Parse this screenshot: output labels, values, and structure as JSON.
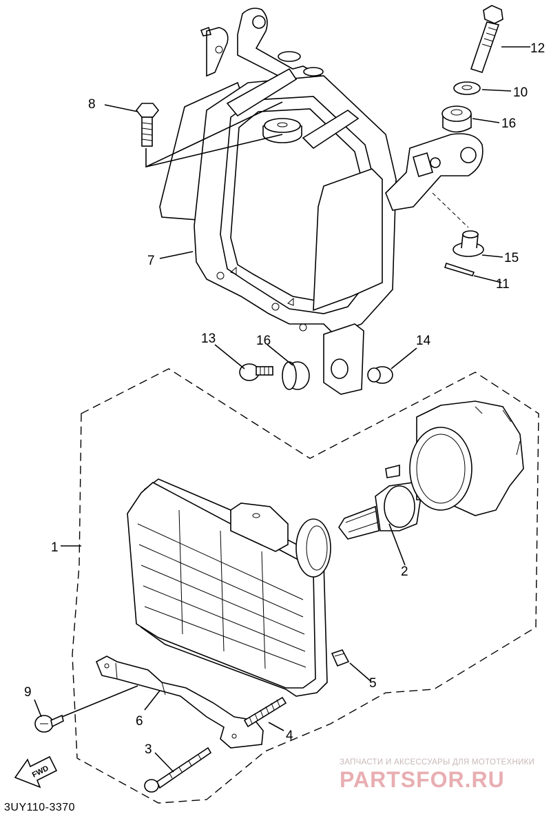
{
  "diagram": {
    "code": "3UY110-3370",
    "fwd_label": "FWD",
    "callouts": {
      "p1": "1",
      "p2": "2",
      "p3": "3",
      "p4": "4",
      "p5": "5",
      "p6": "6",
      "p7": "7",
      "p8": "8",
      "p9": "9",
      "p10": "10",
      "p11": "11",
      "p12": "12",
      "p13": "13",
      "p14": "14",
      "p15": "15",
      "p16a": "16",
      "p16b": "16"
    }
  },
  "watermark": {
    "tagline": "ЗАПЧАСТИ И АКСЕССУАРЫ ДЛЯ МОТОТЕХНИКИ",
    "logo": "PARTSFOR.RU"
  }
}
